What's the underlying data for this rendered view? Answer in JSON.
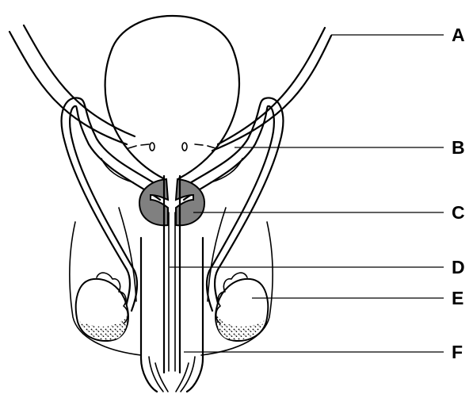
{
  "labels": {
    "a": "A",
    "b": "B",
    "c": "C",
    "d": "D",
    "e": "E",
    "f": "F"
  },
  "colors": {
    "ink": "#000000",
    "gland": "#808080",
    "background": "#ffffff"
  }
}
